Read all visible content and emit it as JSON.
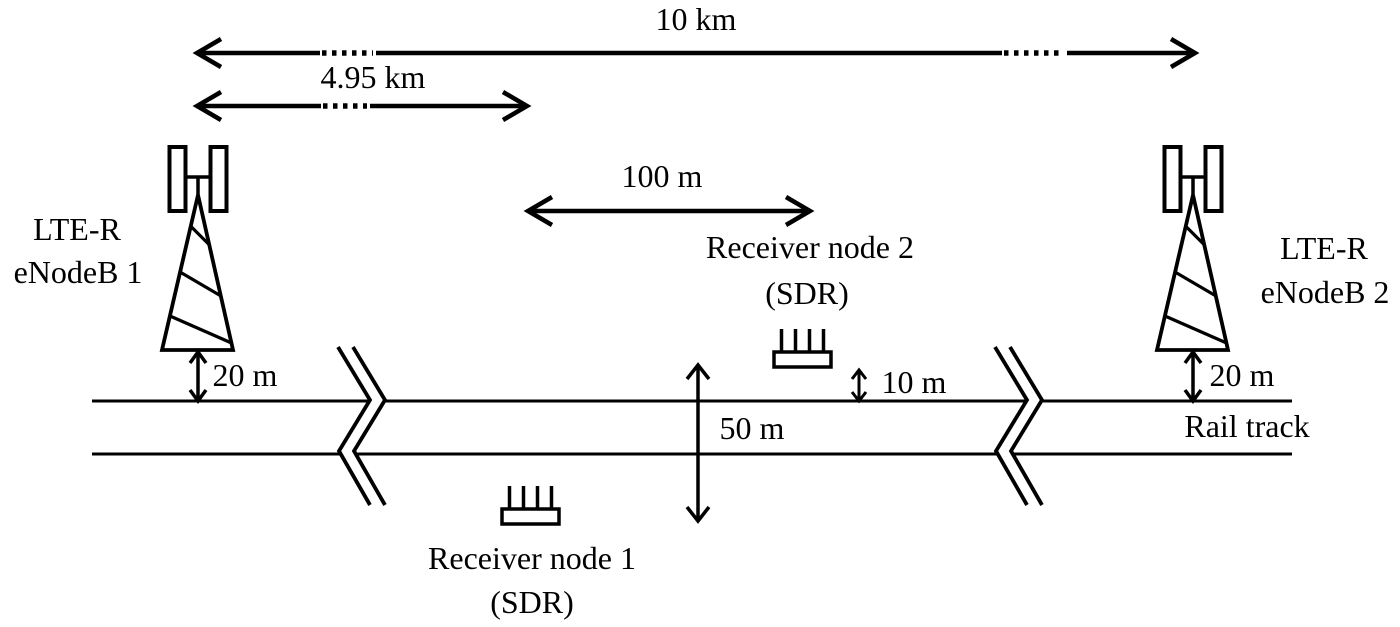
{
  "diagram": {
    "background": "#ffffff",
    "stroke_color": "#000000",
    "measurements": {
      "total_span": "10 km",
      "enb1_to_receiver1": "4.95 km",
      "receiver_spacing": "100 m",
      "enb1_height": "20 m",
      "enb2_height": "20 m",
      "receiver2_offset": "10 m",
      "track_width": "50 m"
    },
    "enodeb1": {
      "line1": "LTE-R",
      "line2": "eNodeB 1"
    },
    "enodeb2": {
      "line1": "LTE-R",
      "line2": "eNodeB 2"
    },
    "receiver1": {
      "line1": "Receiver node 1",
      "line2": "(SDR)"
    },
    "receiver2": {
      "line1": "Receiver node 2",
      "line2": "(SDR)"
    },
    "rail_track_label": "Rail track",
    "icons": {
      "enodeb": "cell-tower-icon",
      "receiver": "sdr-receiver-icon",
      "track_break": "track-break-icon",
      "dimension": "double-arrow-icon"
    }
  }
}
